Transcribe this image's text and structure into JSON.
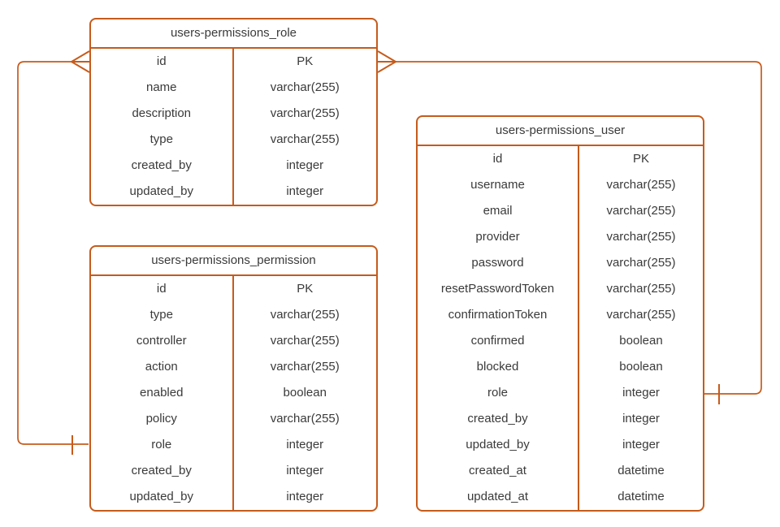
{
  "diagram": {
    "kind": "entity-relationship",
    "accent_color": "#C65B1B",
    "text_color": "#3A3A3A",
    "background_color": "#FFFFFF"
  },
  "tables": [
    {
      "title": "users-permissions_role",
      "fields": [
        {
          "name": "id",
          "type": "PK"
        },
        {
          "name": "name",
          "type": "varchar(255)"
        },
        {
          "name": "description",
          "type": "varchar(255)"
        },
        {
          "name": "type",
          "type": "varchar(255)"
        },
        {
          "name": "created_by",
          "type": "integer"
        },
        {
          "name": "updated_by",
          "type": "integer"
        }
      ]
    },
    {
      "title": "users-permissions_permission",
      "fields": [
        {
          "name": "id",
          "type": "PK"
        },
        {
          "name": "type",
          "type": "varchar(255)"
        },
        {
          "name": "controller",
          "type": "varchar(255)"
        },
        {
          "name": "action",
          "type": "varchar(255)"
        },
        {
          "name": "enabled",
          "type": "boolean"
        },
        {
          "name": "policy",
          "type": "varchar(255)"
        },
        {
          "name": "role",
          "type": "integer"
        },
        {
          "name": "created_by",
          "type": "integer"
        },
        {
          "name": "updated_by",
          "type": "integer"
        }
      ]
    },
    {
      "title": "users-permissions_user",
      "fields": [
        {
          "name": "id",
          "type": "PK"
        },
        {
          "name": "username",
          "type": "varchar(255)"
        },
        {
          "name": "email",
          "type": "varchar(255)"
        },
        {
          "name": "provider",
          "type": "varchar(255)"
        },
        {
          "name": "password",
          "type": "varchar(255)"
        },
        {
          "name": "resetPasswordToken",
          "type": "varchar(255)"
        },
        {
          "name": "confirmationToken",
          "type": "varchar(255)"
        },
        {
          "name": "confirmed",
          "type": "boolean"
        },
        {
          "name": "blocked",
          "type": "boolean"
        },
        {
          "name": "role",
          "type": "integer"
        },
        {
          "name": "created_by",
          "type": "integer"
        },
        {
          "name": "updated_by",
          "type": "integer"
        },
        {
          "name": "created_at",
          "type": "datetime"
        },
        {
          "name": "updated_at",
          "type": "datetime"
        }
      ]
    }
  ],
  "relationships": [
    {
      "from_table": "users-permissions_role",
      "from_field": "id",
      "from_marker": "many",
      "to_table": "users-permissions_permission",
      "to_field": "role",
      "to_marker": "one"
    },
    {
      "from_table": "users-permissions_role",
      "from_field": "id",
      "from_marker": "many",
      "to_table": "users-permissions_user",
      "to_field": "role",
      "to_marker": "one"
    }
  ]
}
